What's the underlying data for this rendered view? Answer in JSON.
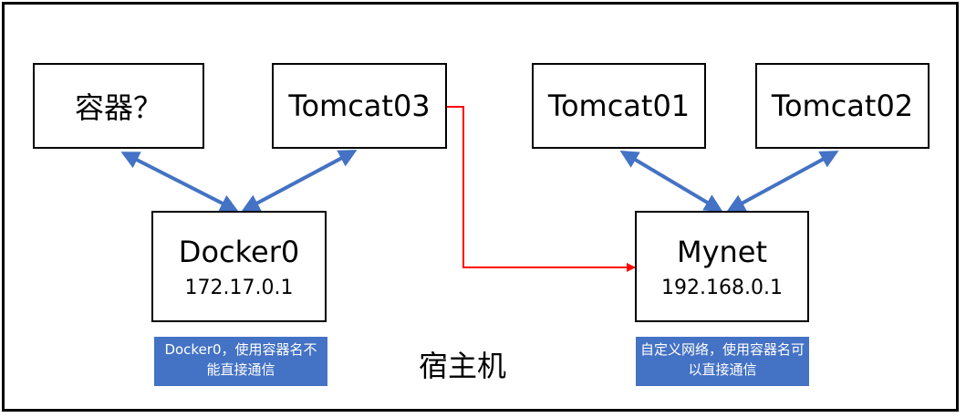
{
  "nodes": {
    "container_unknown": "容器？",
    "tomcat03": "Tomcat03",
    "tomcat01": "Tomcat01",
    "tomcat02": "Tomcat02",
    "docker0": {
      "name": "Docker0",
      "ip": "172.17.0.1"
    },
    "mynet": {
      "name": "Mynet",
      "ip": "192.168.0.1"
    }
  },
  "notes": {
    "docker0_note": "Docker0，使用容器名不能直接通信",
    "mynet_note": "自定义网络，使用容器名可以直接通信"
  },
  "host_label": "宿主机",
  "colors": {
    "blue_arrow": "#4472c4",
    "red_link": "#ff0000",
    "note_bg": "#4472c4"
  }
}
